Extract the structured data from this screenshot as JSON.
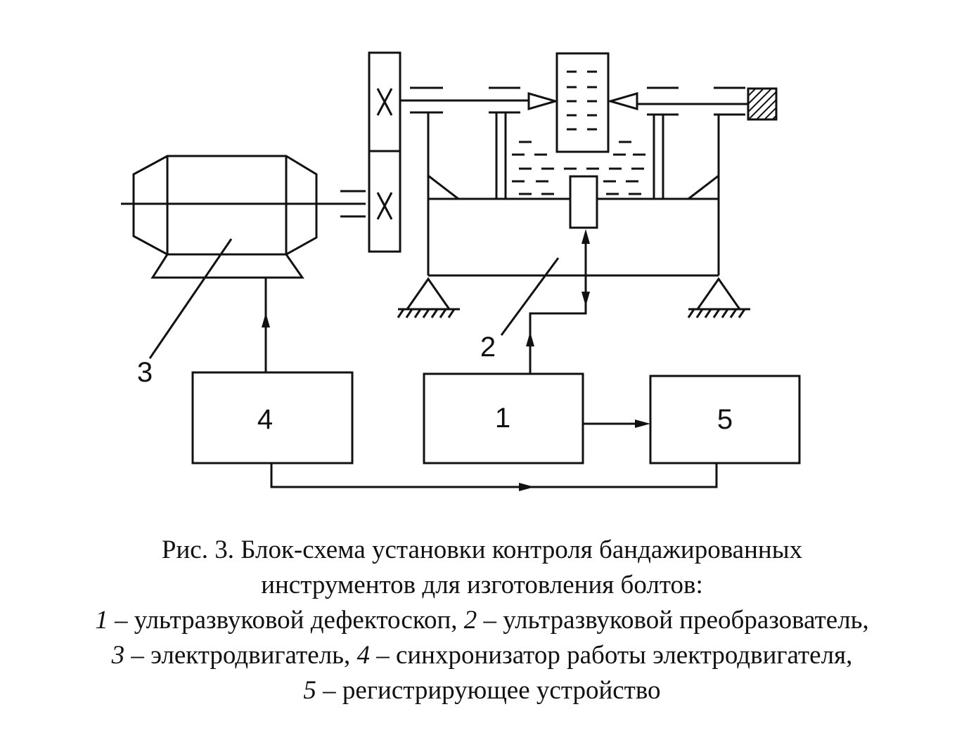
{
  "diagram": {
    "labels": {
      "block_1": "1",
      "block_4": "4",
      "block_5": "5",
      "callout_2": "2",
      "callout_3": "3"
    }
  },
  "caption": {
    "title_line_1": "Рис. 3. Блок-схема установки контроля бандажированных",
    "title_line_2": "инструментов для изготовления болтов:",
    "items": [
      {
        "num": "1",
        "text": " – ультразвуковой дефектоскоп, "
      },
      {
        "num": "2",
        "text": " – ультразвуковой преобразователь,"
      },
      {
        "num": "3",
        "text": " – электродвигатель, "
      },
      {
        "num": "4",
        "text": " – синхронизатор работы электродвигателя,"
      },
      {
        "num": "5",
        "text": " – регистрирующее устройство"
      }
    ]
  },
  "colors": {
    "ink": "#111111",
    "background": "#ffffff"
  }
}
